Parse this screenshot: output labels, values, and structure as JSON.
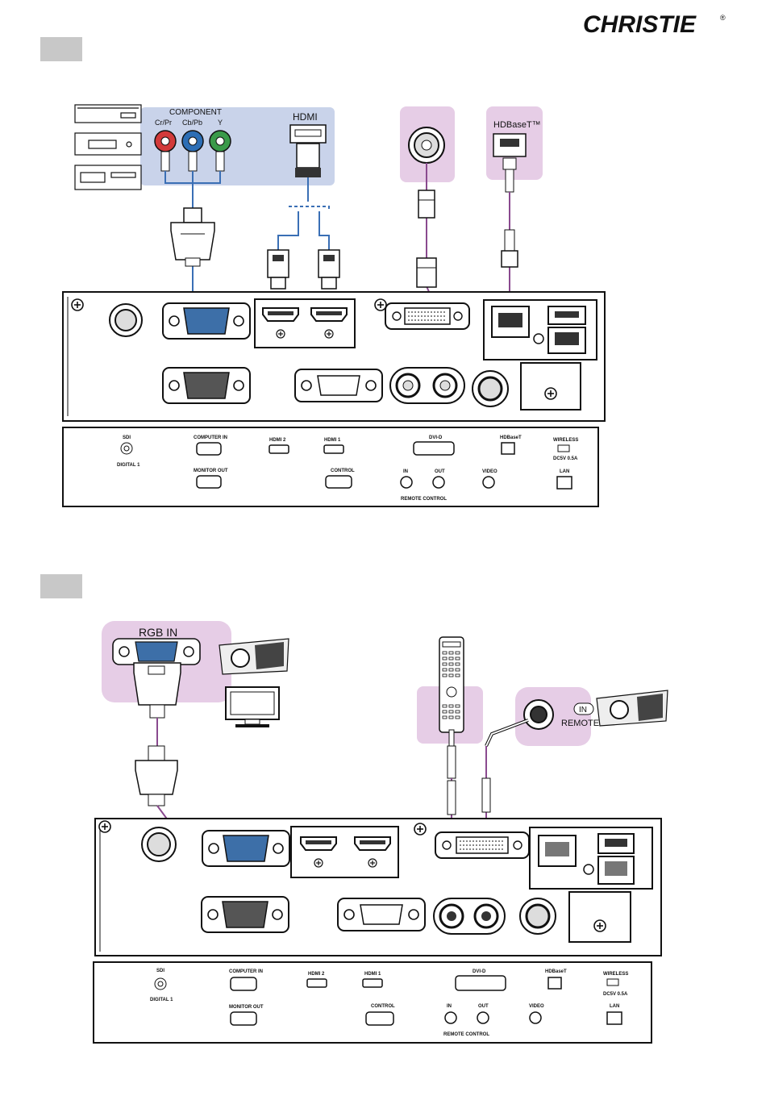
{
  "brand": {
    "name": "CHRISTIE",
    "mark": "®"
  },
  "diagram1": {
    "labels": {
      "component": "COMPONENT",
      "cr_pr": "Cr/Pr",
      "cb_pb": "Cb/Pb",
      "y": "Y",
      "hdmi": "HDMI",
      "hdbaset_top": "HDBaseT™"
    },
    "panel_labels": {
      "sdi": "SDI",
      "digital1": "DIGITAL 1",
      "computer_in": "COMPUTER IN",
      "monitor_out": "MONITOR OUT",
      "hdmi2": "HDMI 2",
      "hdmi1": "HDMI 1",
      "control": "CONTROL",
      "dvid": "DVI-D",
      "in": "IN",
      "out": "OUT",
      "remote_control": "REMOTE CONTROL",
      "video": "VIDEO",
      "hdbaset": "HDBaseT",
      "wireless": "WIRELESS",
      "dc": "DC5V 0.5A",
      "lan": "LAN"
    }
  },
  "diagram2": {
    "labels": {
      "rgb_in": "RGB IN",
      "in": "IN",
      "remote": "REMOTE"
    },
    "panel_labels": {
      "sdi": "SDI",
      "digital1": "DIGITAL 1",
      "computer_in": "COMPUTER IN",
      "monitor_out": "MONITOR OUT",
      "hdmi2": "HDMI 2",
      "hdmi1": "HDMI 1",
      "control": "CONTROL",
      "dvid": "DVI-D",
      "in": "IN",
      "out": "OUT",
      "remote_control": "REMOTE CONTROL",
      "video": "VIDEO",
      "hdbaset": "HDBaseT",
      "wireless": "WIRELESS",
      "dc": "DC5V 0.5A",
      "lan": "LAN"
    }
  },
  "colors": {
    "blue_zone": "#c9d3ea",
    "purple_zone": "#e6cde6",
    "blue_cable": "#3a6fb5",
    "purple_cable": "#8a4a8f",
    "tab_grey": "#c8c8c8",
    "port_blue": "#3d6fa8",
    "rca_red": "#d23a3a",
    "rca_blue": "#2d6eb5",
    "rca_green": "#3a9a4a"
  }
}
